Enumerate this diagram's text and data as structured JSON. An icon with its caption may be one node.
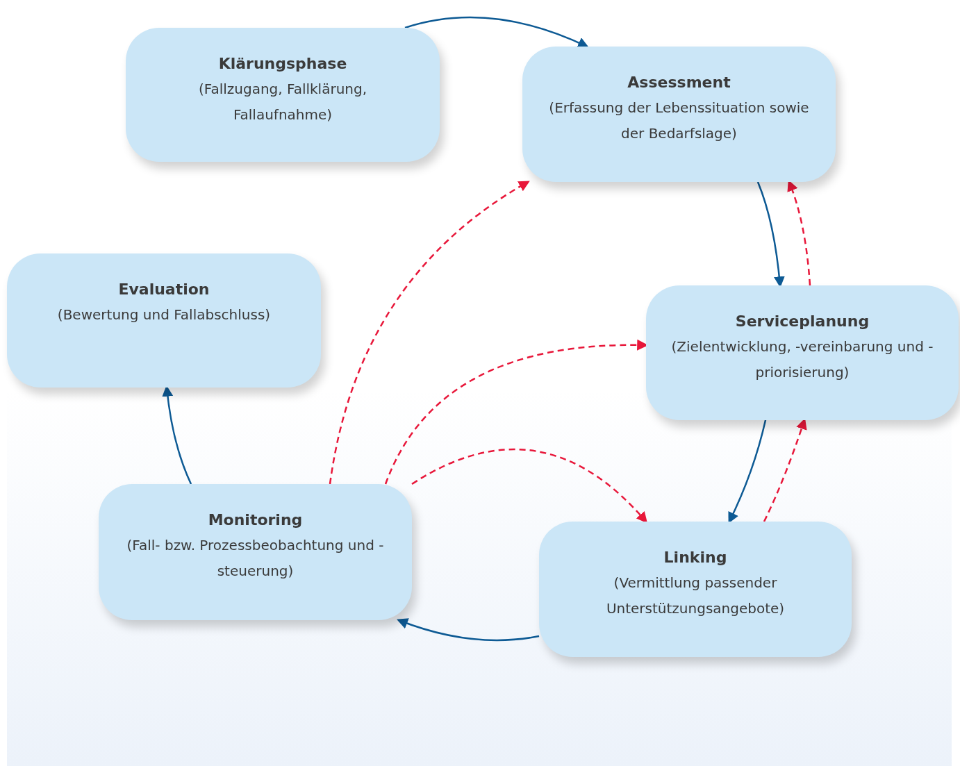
{
  "diagram": {
    "nodes": [
      {
        "text": [
          "Klärungsphase",
          "(Fallzugang, Fallklärung, Fallaufnahme)"
        ]
      },
      {
        "text": [
          "Assessment",
          "(Erfassung der Lebenssituation sowie der Bedarfslage)"
        ]
      },
      {
        "text": [
          "Evaluation",
          "(Bewertung und Fallabschluss)"
        ]
      },
      {
        "text": [
          "Serviceplanung",
          "(Zielentwicklung, -vereinbarung und -priorisierung)"
        ]
      },
      {
        "text": [
          "Monitoring",
          "(Fall- bzw. Prozessbeobachtung und -steuerung)"
        ]
      },
      {
        "text": [
          "Linking",
          "(Vermittlung passender Unterstützungsangebote)"
        ]
      }
    ],
    "edges": [
      {
        "from": 0,
        "to": 1,
        "arrow": "to"
      },
      {
        "from": 1,
        "to": 3,
        "arrow": "to"
      },
      {
        "from": 3,
        "to": 1,
        "arrow": "to",
        "style": "dashed",
        "color": "#e8173a"
      },
      {
        "from": 3,
        "to": 5,
        "arrow": "to"
      },
      {
        "from": 5,
        "to": 3,
        "arrow": "to",
        "style": "dashed",
        "color": "#e8173a"
      },
      {
        "from": 5,
        "to": 4,
        "arrow": "to"
      },
      {
        "from": 4,
        "to": 2,
        "arrow": "to"
      },
      {
        "from": 4,
        "to": 1,
        "arrow": "to",
        "style": "dashed",
        "color": "#e8173a"
      },
      {
        "from": 4,
        "to": 3,
        "arrow": "to",
        "style": "dashed",
        "color": "#e8173a"
      },
      {
        "from": 4,
        "to": 5,
        "arrow": "to",
        "style": "dashed",
        "color": "#e8173a"
      }
    ]
  }
}
